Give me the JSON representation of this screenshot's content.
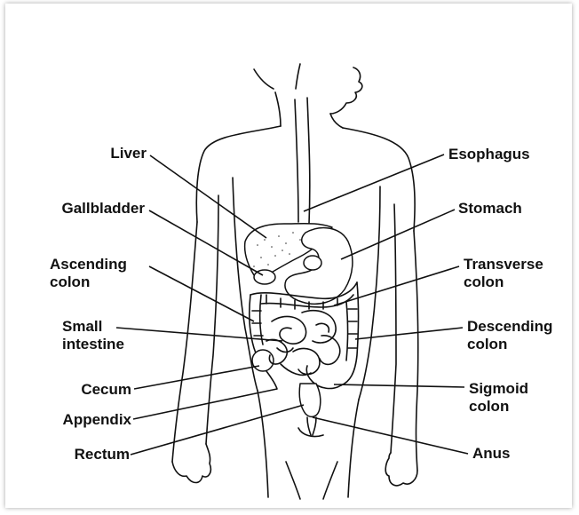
{
  "labels_left": [
    {
      "id": "liver",
      "text": "Liver"
    },
    {
      "id": "gallbladder",
      "text": "Gallbladder"
    },
    {
      "id": "ascending",
      "text": "Ascending\ncolon"
    },
    {
      "id": "small",
      "text": "Small\nintestine"
    },
    {
      "id": "cecum",
      "text": "Cecum"
    },
    {
      "id": "appendix",
      "text": "Appendix"
    },
    {
      "id": "rectum",
      "text": "Rectum"
    }
  ],
  "labels_right": [
    {
      "id": "esophagus",
      "text": "Esophagus"
    },
    {
      "id": "stomach",
      "text": "Stomach"
    },
    {
      "id": "transverse",
      "text": "Transverse\ncolon"
    },
    {
      "id": "descending",
      "text": "Descending\ncolon"
    },
    {
      "id": "sigmoid",
      "text": "Sigmoid\ncolon"
    },
    {
      "id": "anus",
      "text": "Anus"
    }
  ]
}
